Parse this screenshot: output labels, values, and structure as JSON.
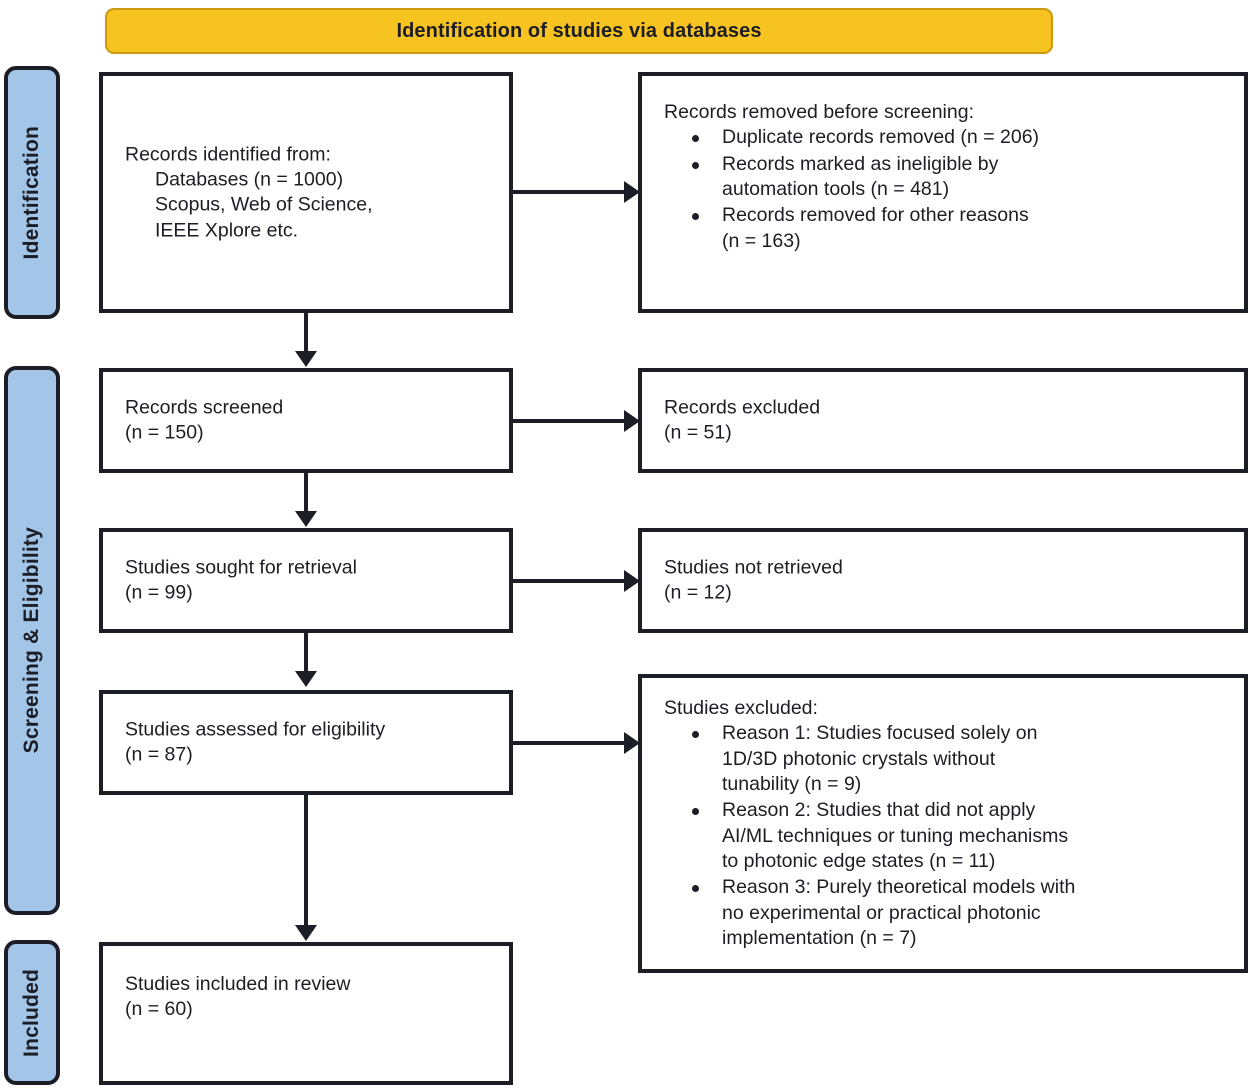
{
  "diagram": {
    "type": "prisma-flow-diagram",
    "banner": {
      "title": "Identification of studies via databases"
    },
    "stages": [
      {
        "id": "identification",
        "label": "Identification"
      },
      {
        "id": "screening-eligibility",
        "label": "Screening & Eligibility"
      },
      {
        "id": "included",
        "label": "Included"
      }
    ],
    "boxes": {
      "records_identified": {
        "lines": [
          "Records identified from:",
          "Databases (n = 1000)",
          "Scopus, Web of Science,",
          "IEEE Xplore etc."
        ]
      },
      "records_removed": {
        "heading": "Records removed before screening:",
        "bullets": [
          "Duplicate records removed (n = 206)",
          "Records marked as ineligible by\nautomation tools (n = 481)",
          "Records removed for other reasons\n(n = 163)"
        ]
      },
      "records_screened": {
        "lines": [
          "Records screened",
          "(n = 150)"
        ]
      },
      "records_excluded": {
        "lines": [
          "Records excluded",
          "(n = 51)"
        ]
      },
      "studies_sought": {
        "lines": [
          "Studies sought for retrieval",
          "(n = 99)"
        ]
      },
      "studies_not_retrieved": {
        "lines": [
          "Studies not retrieved",
          "(n = 12)"
        ]
      },
      "studies_assessed": {
        "lines": [
          "Studies assessed for eligibility",
          "(n = 87)"
        ]
      },
      "studies_excluded": {
        "heading": "Studies excluded:",
        "bullets": [
          "Reason 1: Studies focused solely on\n1D/3D photonic crystals without\ntunability (n = 9)",
          "Reason 2: Studies that did not apply\nAI/ML techniques or tuning mechanisms\nto photonic edge states (n = 11)",
          "Reason 3: Purely theoretical models with\nno experimental or practical photonic\nimplementation (n = 7)"
        ]
      },
      "studies_included": {
        "lines": [
          "Studies included in review",
          "(n = 60)"
        ]
      }
    },
    "counts": {
      "databases_identified": 1000,
      "duplicates_removed": 206,
      "ineligible_automation": 481,
      "removed_other_reasons": 163,
      "records_screened": 150,
      "records_excluded": 51,
      "studies_sought": 99,
      "studies_not_retrieved": 12,
      "studies_assessed": 87,
      "excluded_reason_1": 9,
      "excluded_reason_2": 11,
      "excluded_reason_3": 7,
      "studies_included": 60
    },
    "colors": {
      "banner_fill": "#f6c320",
      "banner_stroke": "#c99a12",
      "stage_fill": "#a3c6e8",
      "stroke": "#1d1d26",
      "box_fill": "#ffffff"
    }
  }
}
